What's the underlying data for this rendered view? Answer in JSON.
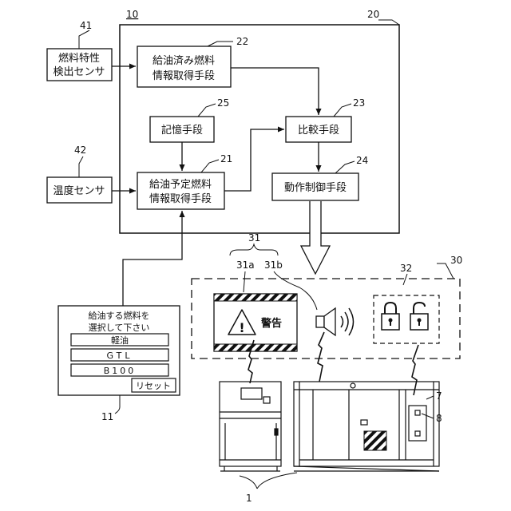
{
  "ref_numbers": {
    "ctrl_box_under": "10",
    "ctrl_box": "20",
    "sensor_fuel": "41",
    "sensor_temp": "42",
    "block_refueled": "22",
    "block_storage": "25",
    "block_compare": "23",
    "block_planned": "21",
    "block_motion": "24",
    "warning_group": "31",
    "warning_display": "31a",
    "warning_speaker": "31b",
    "output_unit": "30",
    "lock_group": "32",
    "selector_panel": "11",
    "part_7": "7",
    "part_8": "8",
    "generators": "1"
  },
  "blocks": {
    "sensor_fuel": [
      "燃料特性",
      "検出センサ"
    ],
    "sensor_temp": "温度センサ",
    "refueled": [
      "給油済み燃料",
      "情報取得手段"
    ],
    "storage": "記憶手段",
    "compare": "比較手段",
    "planned": [
      "給油予定燃料",
      "情報取得手段"
    ],
    "motion": "動作制御手段"
  },
  "warning": {
    "text": "警告",
    "triangle_symbol": "!"
  },
  "selector_panel": {
    "prompt": [
      "給油する燃料を",
      "選択して下さい"
    ],
    "options": [
      "軽油",
      "GTL",
      "B100"
    ],
    "reset_label": "リセット"
  },
  "icons": {
    "warning_triangle": "warning-triangle-icon",
    "speaker": "speaker-icon",
    "lock_closed": "lock-closed-icon",
    "lock_open": "lock-open-icon"
  }
}
